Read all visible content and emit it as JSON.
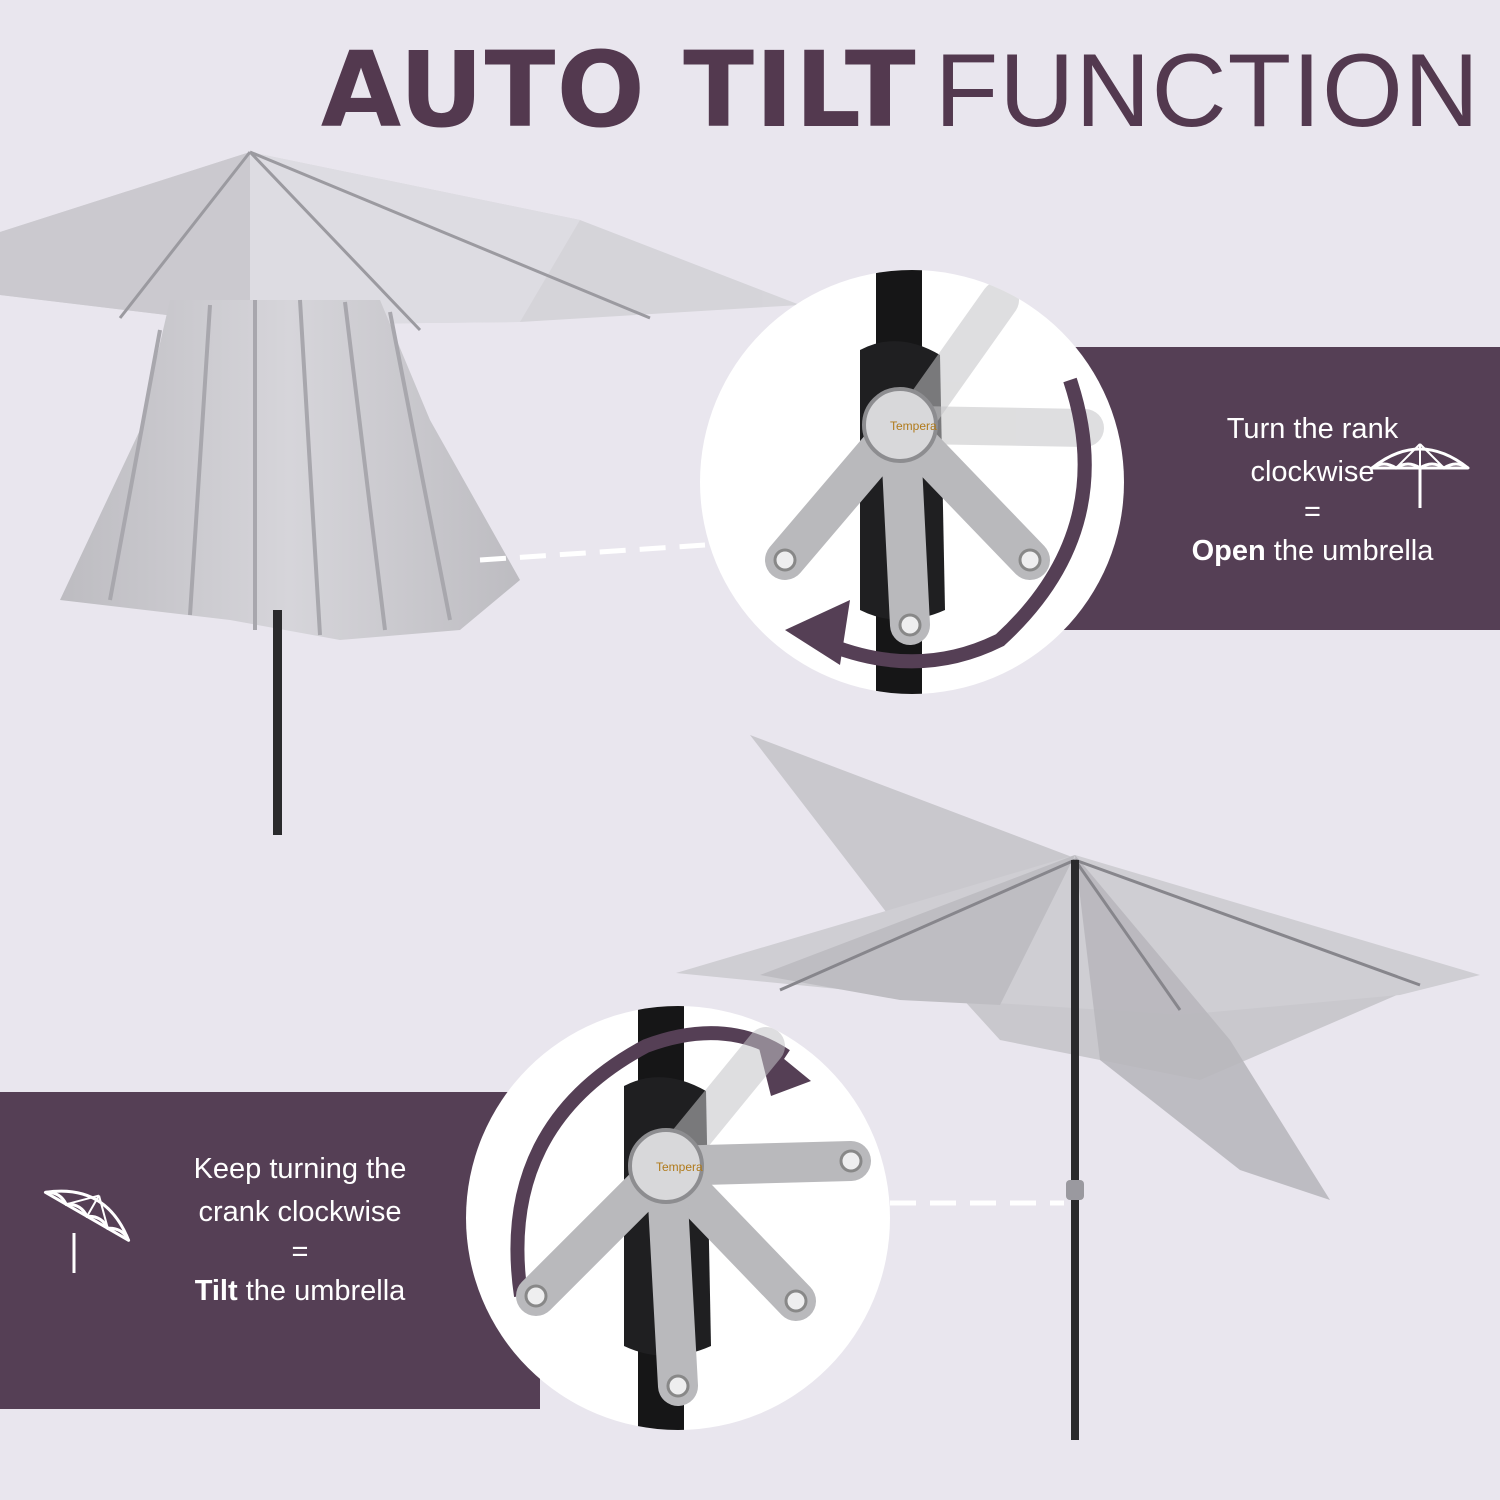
{
  "header": {
    "title_bold": "AUTO TILT",
    "title_light": "FUNCTION"
  },
  "step_open": {
    "line1": "Turn the rank",
    "line2": "clockwise",
    "equals": "=",
    "action_bold": "Open",
    "action_rest": " the umbrella",
    "icon": "open-umbrella-icon"
  },
  "step_tilt": {
    "line1": "Keep turning the",
    "line2": "crank clockwise",
    "equals": "=",
    "action_bold": "Tilt",
    "action_rest": " the umbrella",
    "icon": "tilted-umbrella-icon"
  },
  "crank_brand": "Tempera",
  "colors": {
    "background": "#e9e6ee",
    "brand_purple": "#553f55",
    "canopy": "#c9c8cc",
    "pole": "#2a2a2c"
  }
}
